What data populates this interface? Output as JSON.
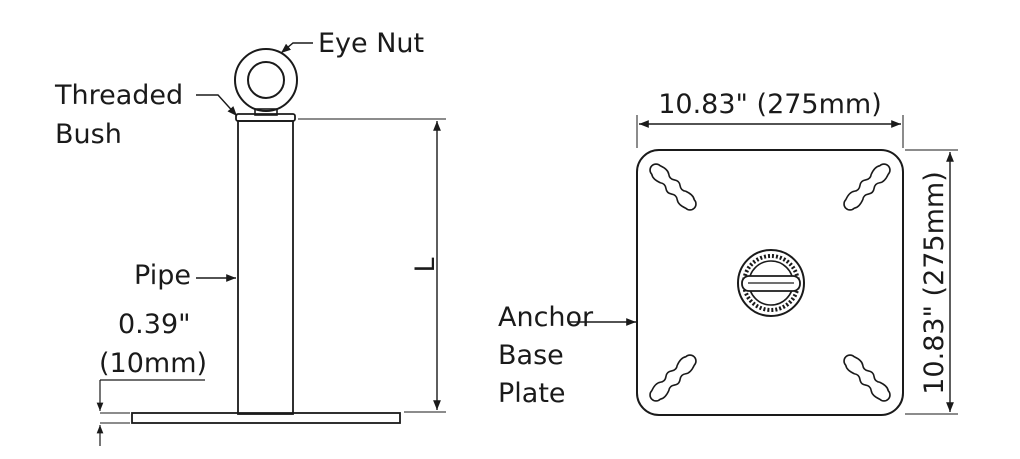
{
  "side_view": {
    "eye_nut": "Eye Nut",
    "threaded_bush": [
      "Threaded",
      "Bush"
    ],
    "pipe": "Pipe",
    "length": "L",
    "plate_thickness": [
      "0.39\"",
      "(10mm)"
    ]
  },
  "top_view": {
    "width": "10.83\" (275mm)",
    "height": "10.83\" (275mm)",
    "anchor_base_plate": [
      "Anchor",
      "Base",
      "Plate"
    ]
  },
  "colors": {
    "line": "#1a1a1a",
    "background": "#ffffff"
  }
}
